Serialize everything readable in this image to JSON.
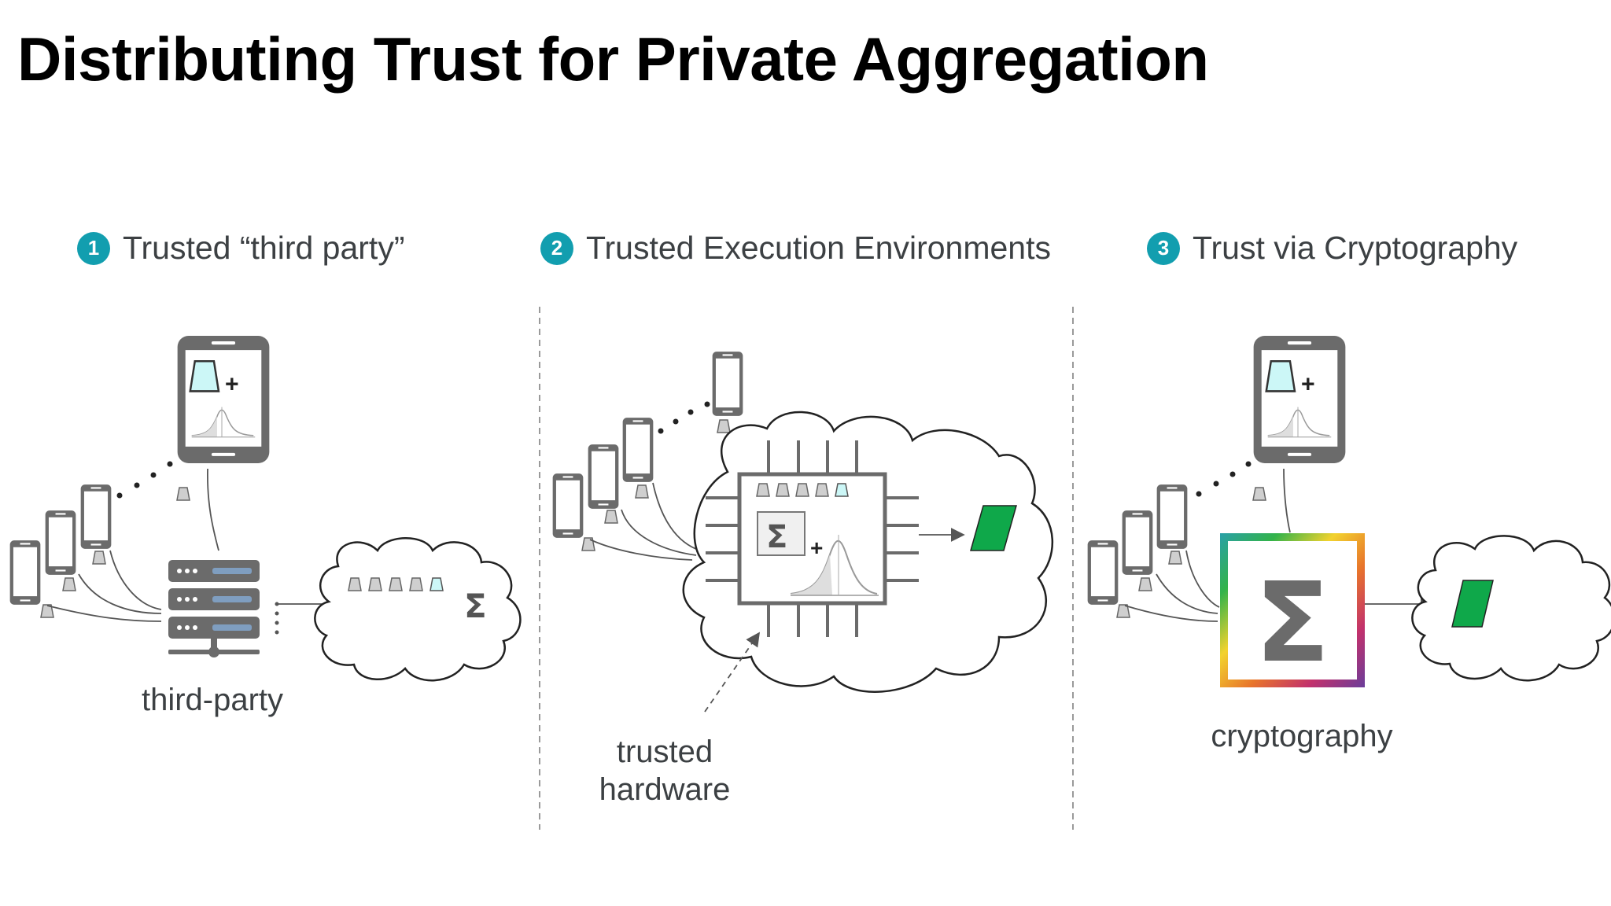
{
  "title": "Distributing Trust for Private Aggregation",
  "sections": [
    {
      "number": "1",
      "label": "Trusted “third party”",
      "caption": "third-party"
    },
    {
      "number": "2",
      "label": "Trusted Execution Environments",
      "caption_line1": "trusted",
      "caption_line2": "hardware"
    },
    {
      "number": "3",
      "label": "Trust via Cryptography",
      "caption": "cryptography"
    }
  ],
  "symbols": {
    "sum": "Σ",
    "plus": "+"
  },
  "colors": {
    "badge": "#129eaf",
    "chip_fill": "#ccf7f7",
    "result_green": "#0fa84a",
    "server_blue": "#7f9ec0",
    "device_gray": "#6b6b6b"
  },
  "icons": [
    "phone-icon",
    "tablet-icon",
    "server-icon",
    "cloud-icon",
    "chip-icon",
    "bell-curve-icon",
    "sum-icon",
    "result-parallelogram-icon"
  ]
}
